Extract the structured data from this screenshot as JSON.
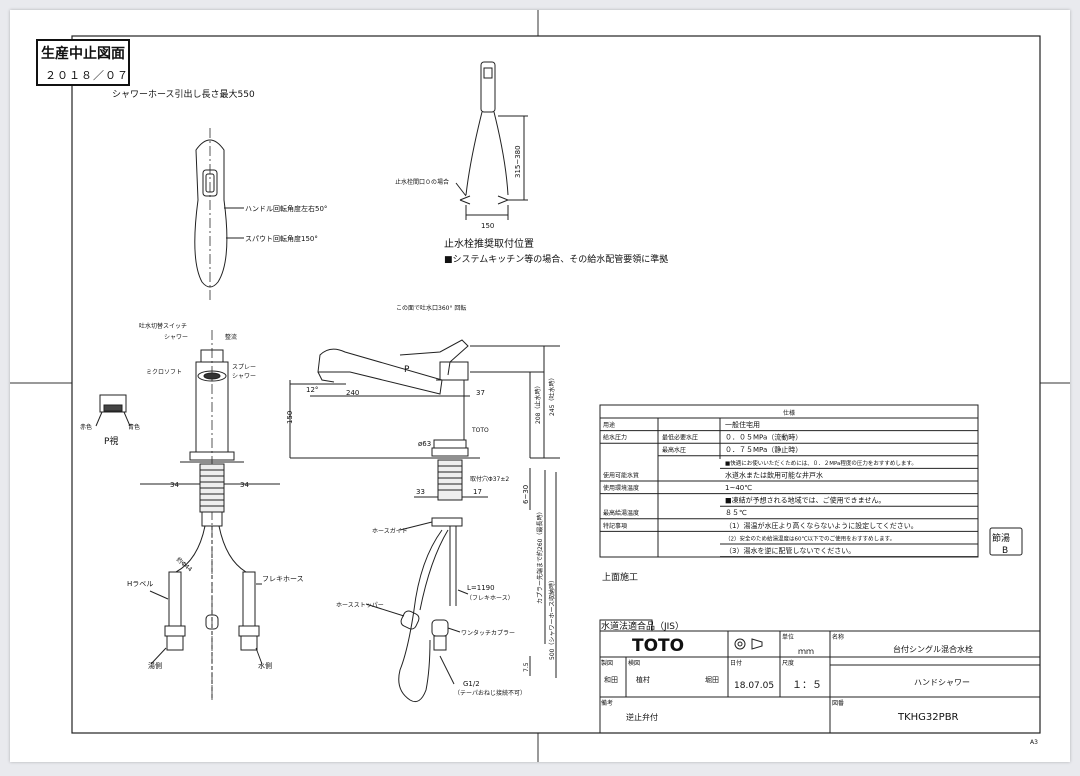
{
  "stamp": {
    "title": "生産中止図面",
    "date": "２０１８／０７"
  },
  "notes": {
    "shower_hose": "シャワーホース引出し長さ最大550",
    "handle_rotation": "ハンドル回転角度左右50°",
    "spout_rotation": "スパウト回転角度150°",
    "stop_valve_label": "止水栓間口０の場合",
    "stop_valve_title": "止水栓推奨取付位置",
    "stop_valve_note": "■システムキッチン等の場合、その給水配管要領に準拠",
    "outlet_rotation": "この面で吐水口360° 回転",
    "switch": "吐水切替スイッチ",
    "shower": "シャワー",
    "reset": "整流",
    "micro_soft": "ミクロソフト",
    "spray": "スプレー",
    "spray2": "シャワー",
    "p_view": "P視",
    "red": "赤色",
    "blue": "青色",
    "p_arrow": "P",
    "toto_mark": "TOTO",
    "mount_hole": "取付穴Φ37±2",
    "hose_guide": "ホースガイド",
    "l_label": "L=1190",
    "l_sub": "（フレキホース）",
    "hose_stopper": "ホースストッパー",
    "one_touch": "ワンタッチカプラー",
    "h_label": "Hラベル",
    "flex_hose": "フレキホース",
    "hot_side": "湯側",
    "water_side": "水側",
    "thread": "G1/2",
    "thread_sub": "（テーパおねじ接続不可）",
    "coupler_note": "カプラー先端まで約260（最長時）",
    "hose_max": "500（シャワーホース収納時）",
    "top_install": "上面施工",
    "jis": "水道法適合品（JIS）",
    "sheet_size": "A3",
    "mark": "節湯",
    "mark_sub": "B"
  },
  "dims": {
    "d315": "315~380",
    "d150": "150",
    "d12": "12°",
    "d240": "240",
    "d37": "37",
    "d150v": "150",
    "d208": "208（止水時）",
    "d245": "245（吐水時）",
    "d63": "ø63",
    "d33": "33",
    "d17": "17",
    "d6_30": "6~30",
    "d34a": "34",
    "d34b": "34",
    "d75": "7.5",
    "d_flex": "約Φ44"
  },
  "spec_table": {
    "header": "仕様",
    "rows": [
      {
        "label": "用途",
        "sub": "",
        "value": "一般住宅用"
      },
      {
        "label": "給水圧力",
        "sub": "最低必要水圧",
        "value": "０．０５MPa（流動時）"
      },
      {
        "label": "",
        "sub": "最高水圧",
        "value": "０．７５MPa（静止時）"
      },
      {
        "label": "",
        "sub": "",
        "value": "■快適にお使いいただくためには、０．２MPa程度の圧力をおすすめします。"
      },
      {
        "label": "使用可能水質",
        "sub": "",
        "value": "水道水または飲用可能な井戸水"
      },
      {
        "label": "使用環境温度",
        "sub": "",
        "value": "1~40℃"
      },
      {
        "label": "",
        "sub": "",
        "value": "■凍結が予想される地域では、ご使用できません。"
      },
      {
        "label": "最高給湯温度",
        "sub": "",
        "value": "８５℃"
      },
      {
        "label": "特記事項",
        "sub": "",
        "value": "（1）湯温が水圧より高くならないように設定してください。"
      },
      {
        "label": "",
        "sub": "",
        "value": "（2）安全のため給湯温度は60℃以下でのご使用をおすすめします。"
      },
      {
        "label": "",
        "sub": "",
        "value": "（3）湯水を逆に配管しないでください。"
      }
    ]
  },
  "title_block": {
    "brand": "TOTO",
    "unit_label": "単位",
    "unit": "ｍｍ",
    "name_label": "名称",
    "name": "台付シングル混合水栓",
    "drawn_label": "製図",
    "check_label": "検図",
    "drawn_by": "和田",
    "check_by": "植村",
    "approve_by": "堀田",
    "date_label": "日付",
    "date": "18.07.05",
    "scale_label": "尺度",
    "scale": "１：５",
    "sub_name": "ハンドシャワー",
    "remark_label": "備考",
    "remark": "逆止弁付",
    "drawing_no_label": "図番",
    "drawing_no": "TKHG32PBR"
  }
}
